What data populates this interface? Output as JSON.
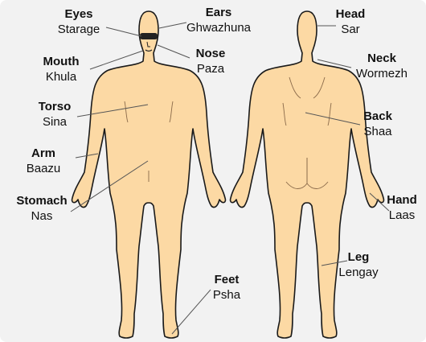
{
  "colors": {
    "skin": "#fcd9a4",
    "outline": "#1a1a1a",
    "leader": "#555555",
    "frame": "#f2f2f2"
  },
  "labels": {
    "eyes": {
      "en": "Eyes",
      "ps": "Starage"
    },
    "ears": {
      "en": "Ears",
      "ps": "Ghwazhuna"
    },
    "mouth": {
      "en": "Mouth",
      "ps": "Khula"
    },
    "nose": {
      "en": "Nose",
      "ps": "Paza"
    },
    "torso": {
      "en": "Torso",
      "ps": "Sina"
    },
    "arm": {
      "en": "Arm",
      "ps": "Baazu"
    },
    "stomach": {
      "en": "Stomach",
      "ps": "Nas"
    },
    "feet": {
      "en": "Feet",
      "ps": "Psha"
    },
    "head": {
      "en": "Head",
      "ps": "Sar"
    },
    "neck": {
      "en": "Neck",
      "ps": "Wormezh"
    },
    "back": {
      "en": "Back",
      "ps": "Shaa"
    },
    "hand": {
      "en": "Hand",
      "ps": "Laas"
    },
    "leg": {
      "en": "Leg",
      "ps": "Lengay"
    }
  }
}
